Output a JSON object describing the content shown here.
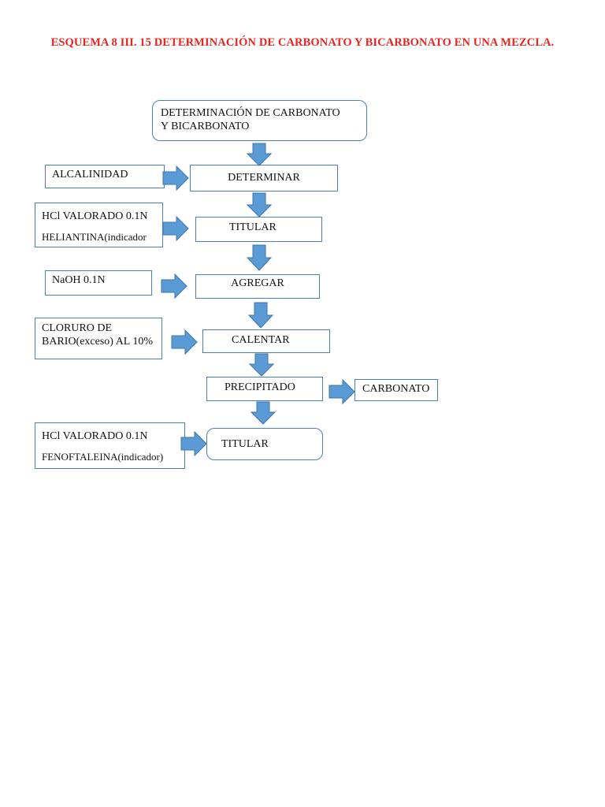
{
  "document": {
    "title": "ESQUEMA 8 III. 15 DETERMINACIÓN DE CARBONATO Y BICARBONATO EN UNA MEZCLA."
  },
  "flowchart": {
    "main_steps": {
      "top": [
        "DETERMINACIÓN DE CARBONATO",
        "Y BICARBONATO"
      ],
      "determinar": "DETERMINAR",
      "titular_1": "TITULAR",
      "agregar": "AGREGAR",
      "calentar": "CALENTAR",
      "precipitado": "PRECIPITADO",
      "titular_2": "TITULAR"
    },
    "inputs": {
      "alcalinidad": "ALCALINIDAD",
      "hcl_1": [
        "HCl VALORADO 0.1N",
        "HELIANTINA(indicador"
      ],
      "naoh": "NaOH 0.1N",
      "cloruro": [
        "CLORURO DE",
        "BARIO(exceso) AL 10%"
      ],
      "hcl_2": [
        "HCl VALORADO 0.1N",
        "FENOFTALEINA(indicador)"
      ]
    },
    "output": {
      "carbonato": "CARBONATO"
    },
    "arrow_color": "#5b9bd5",
    "border_color": "#4a7fbf",
    "title_color": "#e8261f"
  }
}
